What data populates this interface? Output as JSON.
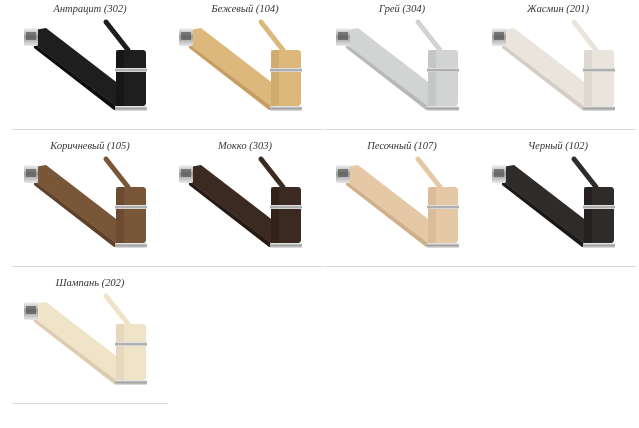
{
  "swatches": [
    {
      "label": "Антрацит (302)",
      "color": "#1e1e1e",
      "shade": "#0d0d0d"
    },
    {
      "label": "Бежевый (104)",
      "color": "#dcb87c",
      "shade": "#c79f62"
    },
    {
      "label": "Грей (304)",
      "color": "#d2d3d3",
      "shade": "#b7b9b9"
    },
    {
      "label": "Жасмин (201)",
      "color": "#e9e5dc",
      "shade": "#d3cec3"
    },
    {
      "label": "Коричневый (105)",
      "color": "#7a5638",
      "shade": "#5f4029"
    },
    {
      "label": "Мокко (303)",
      "color": "#3b2a21",
      "shade": "#271a13"
    },
    {
      "label": "Песочный (107)",
      "color": "#e5c9a6",
      "shade": "#d0b08b"
    },
    {
      "label": "Черный (102)",
      "color": "#2e2b29",
      "shade": "#1a1817"
    },
    {
      "label": "Шампань (202)",
      "color": "#efe3c8",
      "shade": "#dccdb0"
    }
  ]
}
